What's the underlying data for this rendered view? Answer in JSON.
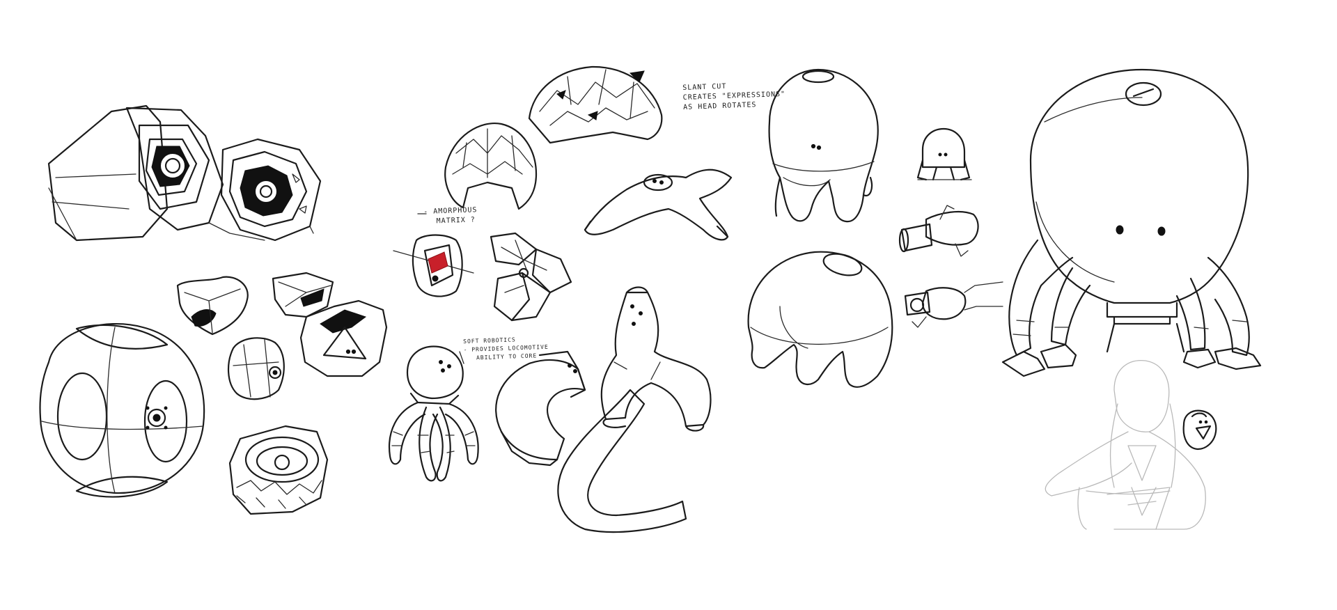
{
  "sheet": {
    "background": "#ffffff",
    "ink_color": "#1b1b1b",
    "accent_color": "#c8202a",
    "faint_color": "#b9b9b9"
  },
  "annotations": {
    "slant_cut": [
      "SLANT CUT",
      "CREATES \"EXPRESSIONS\"",
      "AS HEAD ROTATES"
    ],
    "amorphous": [
      "- AMORPHOUS",
      "MATRIX ?"
    ],
    "soft_robotics": [
      "SOFT ROBOTICS",
      "- PROVIDES LOCOMOTIVE",
      "ABILITY TO CORE"
    ]
  }
}
